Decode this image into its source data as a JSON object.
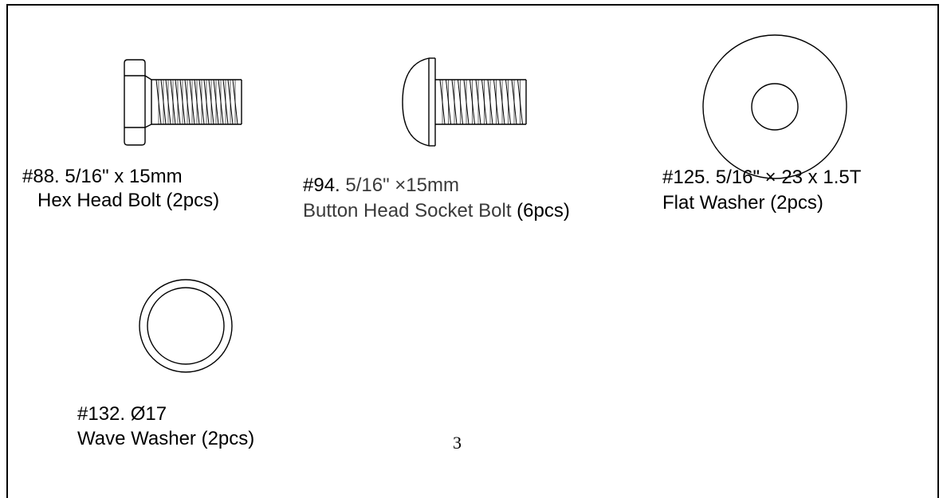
{
  "parts": [
    {
      "id": "hex-head-bolt",
      "icon": "hex-head-bolt-icon",
      "line1_number": "#88.",
      "line1_spec": "5/16\" x 15mm",
      "line2_name": "Hex Head Bolt",
      "line2_qty": "(2pcs)"
    },
    {
      "id": "button-head-socket-bolt",
      "icon": "button-head-socket-bolt-icon",
      "line1_number": "#94.",
      "line1_spec": "5/16\" ×15mm",
      "line2_name": "Button Head Socket Bolt",
      "line2_qty": "(6pcs)"
    },
    {
      "id": "flat-washer",
      "icon": "flat-washer-icon",
      "line1_number": "#125.",
      "line1_spec": "5/16\" × 23 x 1.5T",
      "line2_name": "Flat Washer",
      "line2_qty": "(2pcs)"
    },
    {
      "id": "wave-washer",
      "icon": "wave-washer-icon",
      "line1_number": "#132.",
      "line1_spec": "Ø17",
      "line2_name": "Wave Washer",
      "line2_qty": "(2pcs)"
    }
  ],
  "page_number": "3",
  "colors": {
    "line": "#000000",
    "grey_text": "#3a3a3a",
    "background": "#ffffff"
  }
}
